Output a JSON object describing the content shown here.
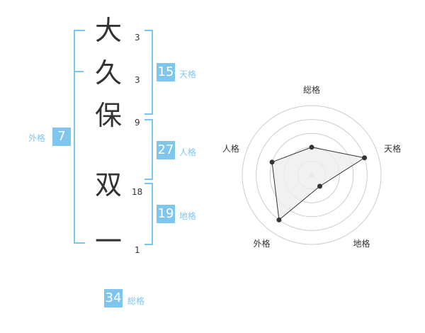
{
  "name_chars": [
    {
      "char": "大",
      "strokes": "3"
    },
    {
      "char": "久",
      "strokes": "3"
    },
    {
      "char": "保",
      "strokes": "9"
    },
    {
      "char": "双",
      "strokes": "18"
    },
    {
      "char": "一",
      "strokes": "1"
    }
  ],
  "kakaku": {
    "tenkaku": {
      "value": "15",
      "label": "天格"
    },
    "jinkaku": {
      "value": "27",
      "label": "人格"
    },
    "chikaku": {
      "value": "19",
      "label": "地格"
    },
    "gaikaku": {
      "value": "7",
      "label": "外格"
    },
    "soukaku": {
      "value": "34",
      "label": "総格"
    }
  },
  "colors": {
    "accent": "#7fc6ef",
    "text": "#333333",
    "grid": "#cccccc",
    "fill": "#eeeeee"
  },
  "chart_data": {
    "type": "radar",
    "axes": [
      "総格",
      "天格",
      "地格",
      "外格",
      "人格"
    ],
    "max": 5,
    "rings": 5,
    "values": [
      2,
      4,
      1,
      4,
      3
    ]
  }
}
